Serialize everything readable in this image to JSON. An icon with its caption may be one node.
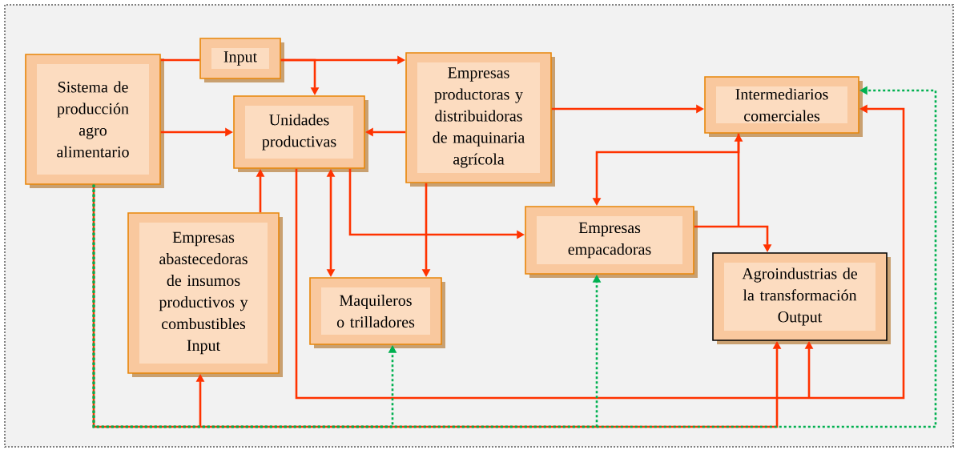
{
  "diagram": {
    "nodes": [
      {
        "text": [
          "Sistema de producción agro alimentario"
        ]
      },
      {
        "text": [
          "Input"
        ]
      },
      {
        "text": [
          "Unidades productivas"
        ]
      },
      {
        "text": [
          "Empresas productoras y distribuidoras de maquinaria agrícola"
        ]
      },
      {
        "text": [
          "Intermediarios comerciales"
        ]
      },
      {
        "text": [
          "Empresas abastecedoras de insumos productivos y combustibles",
          "Input"
        ]
      },
      {
        "text": [
          "Maquileros o trilladores"
        ]
      },
      {
        "text": [
          "Empresas empacadoras"
        ]
      },
      {
        "text": [
          "Agroindustrias de la transformación",
          "Output"
        ]
      }
    ],
    "edges": [
      {
        "from": 0,
        "to": 1,
        "arrow": "none"
      },
      {
        "from": 1,
        "to": 3,
        "arrow": "to"
      },
      {
        "from": 1,
        "to": 2,
        "arrow": "to"
      },
      {
        "from": 0,
        "to": 2,
        "arrow": "to"
      },
      {
        "from": 3,
        "to": 2,
        "arrow": "to"
      },
      {
        "from": 3,
        "to": 4,
        "arrow": "to"
      },
      {
        "from": 5,
        "to": 2,
        "arrow": "to"
      },
      {
        "from": 2,
        "to": 6,
        "arrow": "both"
      },
      {
        "from": 2,
        "to": 7,
        "arrow": "to"
      },
      {
        "from": 3,
        "to": 6,
        "arrow": "to"
      },
      {
        "from": 7,
        "to": 4,
        "arrow": "to"
      },
      {
        "from": 7,
        "to": 8,
        "arrow": "to"
      },
      {
        "from": 4,
        "to": 7,
        "arrow": "to"
      },
      {
        "from": 2,
        "to": 4,
        "arrow": "to"
      },
      {
        "from": 2,
        "to": 8,
        "arrow": "to"
      },
      {
        "from": 0,
        "to": 8,
        "arrow": "to"
      },
      {
        "from": 0,
        "to": 5,
        "arrow": "to"
      },
      {
        "from": 0,
        "to": 6,
        "arrow": "to",
        "style": "dashed",
        "color": "#00b050"
      },
      {
        "from": 0,
        "to": 7,
        "arrow": "to",
        "style": "dashed",
        "color": "#00b050"
      },
      {
        "from": 0,
        "to": 4,
        "arrow": "to",
        "style": "dashed",
        "color": "#00b050"
      }
    ]
  }
}
